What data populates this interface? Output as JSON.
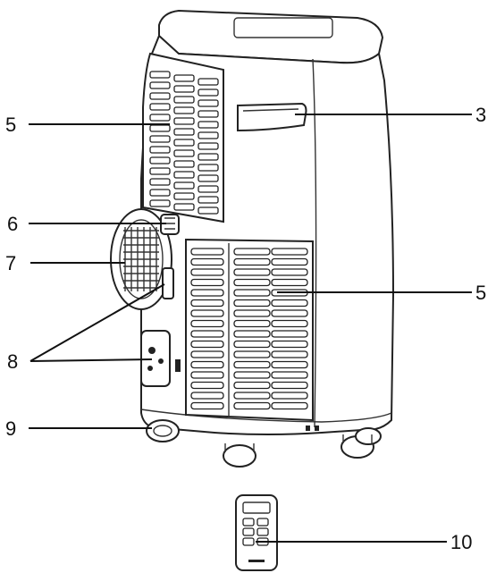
{
  "figure": {
    "callouts": [
      {
        "id": "c5a",
        "label": "5"
      },
      {
        "id": "c3",
        "label": "3"
      },
      {
        "id": "c6",
        "label": "6"
      },
      {
        "id": "c7",
        "label": "7"
      },
      {
        "id": "c5b",
        "label": "5"
      },
      {
        "id": "c8",
        "label": "8"
      },
      {
        "id": "c9",
        "label": "9"
      },
      {
        "id": "c10",
        "label": "10"
      }
    ]
  }
}
